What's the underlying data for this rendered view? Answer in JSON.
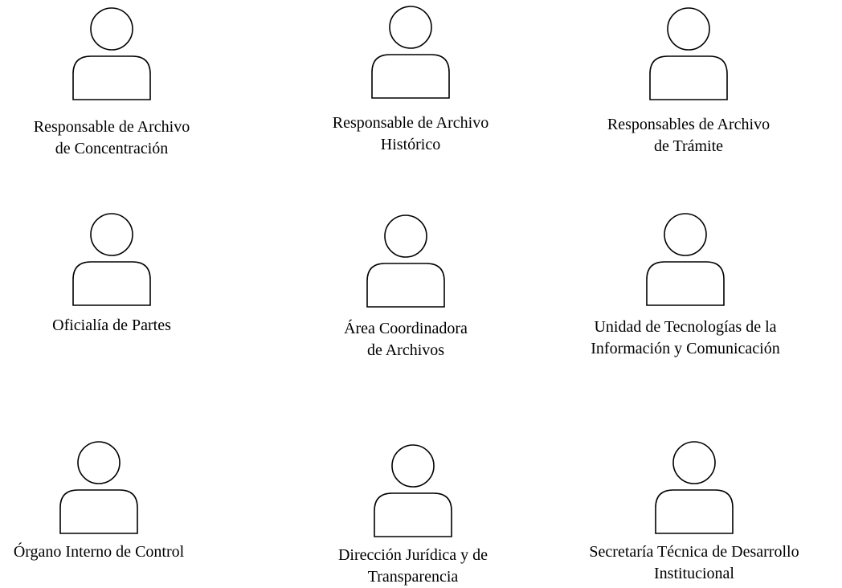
{
  "actors": [
    {
      "id": "resp-concentracion",
      "lines": [
        "Responsable de Archivo",
        "de Concentración"
      ]
    },
    {
      "id": "resp-historico",
      "lines": [
        "Responsable de Archivo",
        "Histórico"
      ]
    },
    {
      "id": "resp-tramite",
      "lines": [
        "Responsables de Archivo",
        "de Trámite"
      ]
    },
    {
      "id": "oficialia-partes",
      "lines": [
        "Oficialía de Partes"
      ]
    },
    {
      "id": "area-coordinadora",
      "lines": [
        "Área Coordinadora",
        "de Archivos"
      ]
    },
    {
      "id": "unidad-tic",
      "lines": [
        "Unidad de Tecnologías de la",
        "Información y Comunicación"
      ]
    },
    {
      "id": "organo-control",
      "lines": [
        "Órgano Interno de Control"
      ]
    },
    {
      "id": "direccion-juridica",
      "lines": [
        "Dirección Jurídica y de",
        "Transparencia"
      ]
    },
    {
      "id": "secretaria-tecnica",
      "lines": [
        "Secretaría Técnica de Desarrollo",
        "Institucional"
      ]
    }
  ],
  "style": {
    "stroke": "#000000",
    "fill": "#ffffff"
  }
}
